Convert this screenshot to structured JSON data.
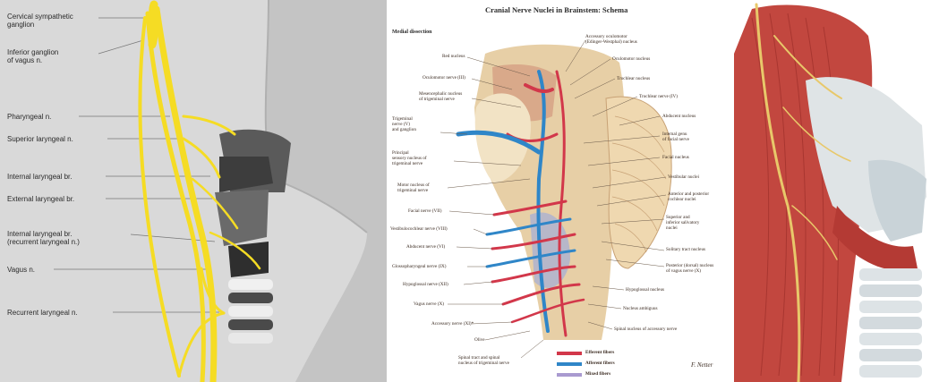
{
  "panel_left": {
    "labels": [
      "Cervical sympathetic\nganglion",
      "Inferior ganglion\nof vagus n.",
      "Pharyngeal n.",
      "Superior laryngeal n.",
      "Internal laryngeal br.",
      "External laryngeal br.",
      "Internal laryngeal br.\n(recurrent laryngeal n.)",
      "Vagus n.",
      "Recurrent laryngeal n."
    ],
    "colors": {
      "nerve": "#f5dc24",
      "background": "#d9d9d9"
    }
  },
  "panel_middle": {
    "title": "Cranial Nerve Nuclei in Brainstem: Schema",
    "subtitle": "Medial dissection",
    "labels_left": [
      "Red nucleus",
      "Oculomotor nerve (III)",
      "Mesencephalic nucleus\nof trigeminal nerve",
      "Trigeminal\nnerve (V)\nand ganglion",
      "Principal\nsensory nucleus of\ntrigeminal nerve",
      "Motor nucleus of\ntrigeminal nerve",
      "Facial nerve (VII)",
      "Vestibulocochlear nerve (VIII)",
      "Abducent nerve (VI)",
      "Glossopharyngeal nerve (IX)",
      "Hypoglossal nerve (XII)",
      "Vagus nerve (X)",
      "Accessory nerve (XI)*",
      "Olive",
      "Spinal tract and spinal\nnucleus of trigeminal nerve"
    ],
    "labels_right": [
      "Accessory oculomotor\n(Edinger-Westphal) nucleus",
      "Oculomotor nucleus",
      "Trochlear nucleus",
      "Trochlear nerve (IV)",
      "Abducent nucleus",
      "Internal genu\nof facial nerve",
      "Facial nucleus",
      "Vestibular nuclei",
      "Anterior and posterior\ncochlear nuclei",
      "Superior and\ninferior salivatory\nnuclei",
      "Solitary tract nucleus",
      "Posterior (dorsal) nucleus\nof vagus nerve (X)",
      "Hypoglossal nucleus",
      "Nucleus ambiguus",
      "Spinal nucleus of accessory nerve"
    ],
    "legend": [
      {
        "label": "Efferent fibers",
        "color": "#d2374a"
      },
      {
        "label": "Afferent fibers",
        "color": "#2f86c8"
      },
      {
        "label": "Mixed fibers",
        "color": "#a99ad0"
      }
    ],
    "signature": "F. Netter"
  },
  "panel_right": {
    "colors": {
      "muscle": "#c2473f",
      "nerve": "#e8c86a",
      "cartilage": "#cfd8dc"
    }
  }
}
